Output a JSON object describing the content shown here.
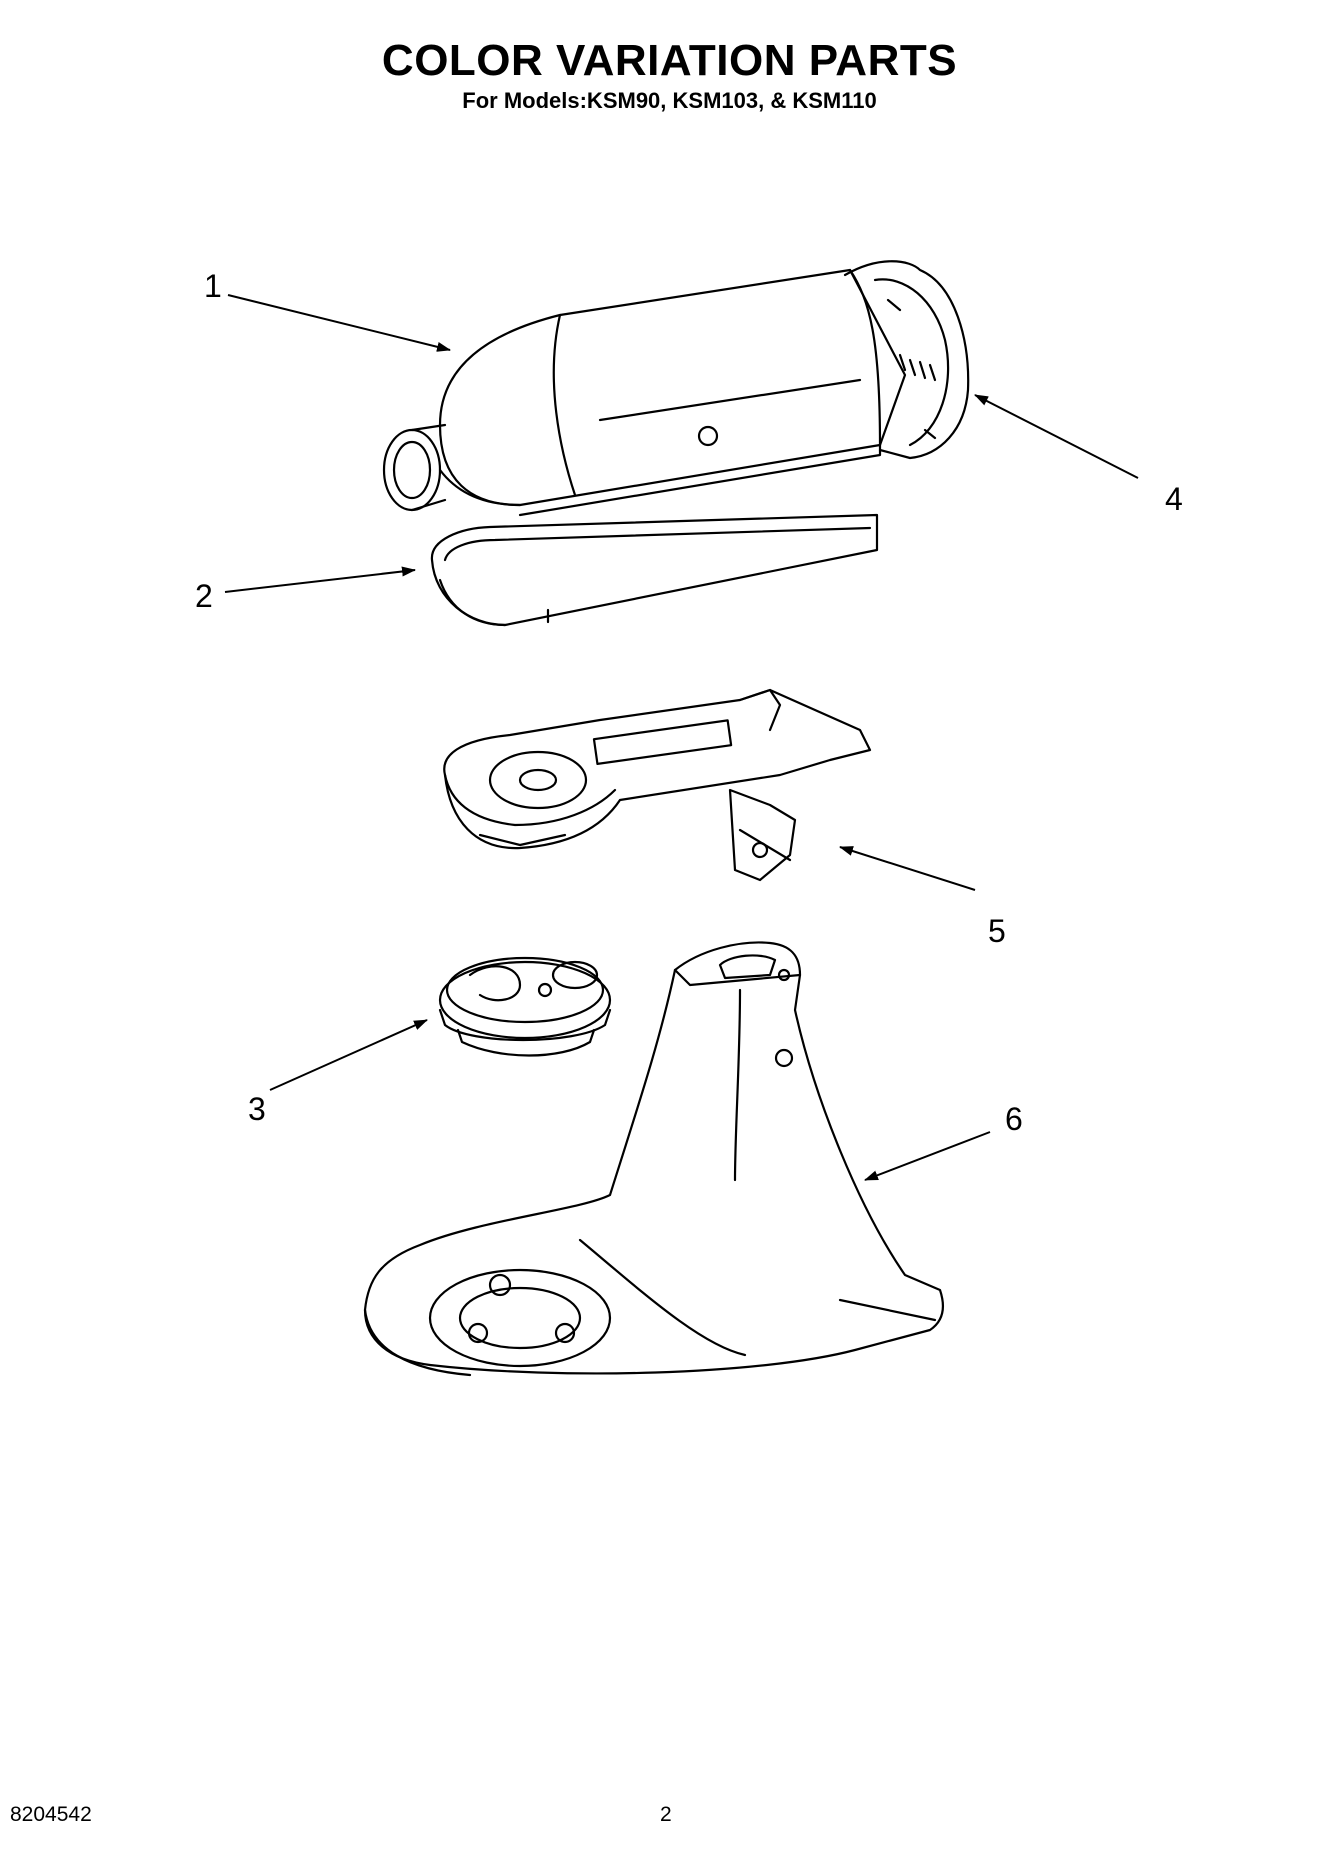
{
  "header": {
    "title": "COLOR VARIATION PARTS",
    "subtitle": "For Models:KSM90, KSM103, & KSM110"
  },
  "callouts": [
    "1",
    "2",
    "3",
    "4",
    "5",
    "6"
  ],
  "footer": {
    "document_number": "8204542",
    "page_number": "2"
  }
}
